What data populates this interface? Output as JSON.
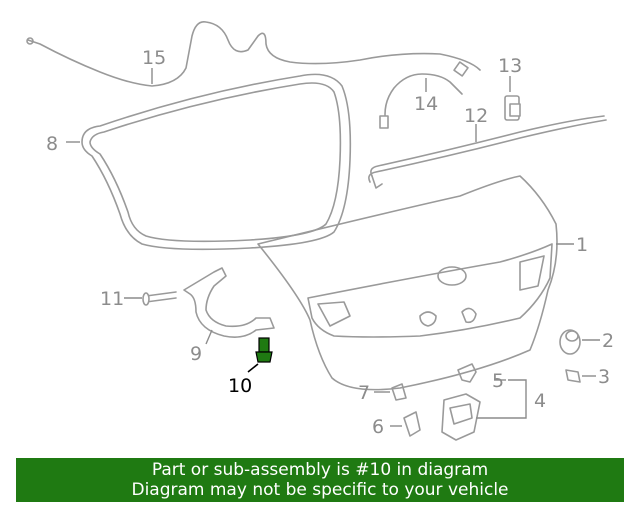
{
  "diagram": {
    "callouts": [
      {
        "id": "c1",
        "text": "1"
      },
      {
        "id": "c2",
        "text": "2"
      },
      {
        "id": "c3",
        "text": "3"
      },
      {
        "id": "c4",
        "text": "4"
      },
      {
        "id": "c5",
        "text": "5"
      },
      {
        "id": "c6",
        "text": "6"
      },
      {
        "id": "c7",
        "text": "7"
      },
      {
        "id": "c8",
        "text": "8"
      },
      {
        "id": "c9",
        "text": "9"
      },
      {
        "id": "c10",
        "text": "10"
      },
      {
        "id": "c11",
        "text": "11"
      },
      {
        "id": "c12",
        "text": "12"
      },
      {
        "id": "c13",
        "text": "13"
      },
      {
        "id": "c14",
        "text": "14"
      },
      {
        "id": "c15",
        "text": "15"
      }
    ],
    "highlight_part": "10",
    "highlight_color": "#1f7a12",
    "line_color": "#9a9a9a"
  },
  "banner": {
    "line1": "Part or sub-assembly is #10 in diagram",
    "line2": "Diagram may not be specific to your vehicle",
    "background": "#1f7a12"
  }
}
